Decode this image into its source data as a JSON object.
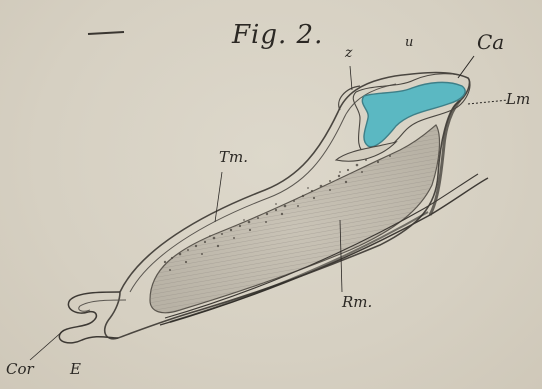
{
  "figure": {
    "title": "Fig. 2.",
    "labels": {
      "z": "z",
      "u": "u",
      "ca": "Ca",
      "lm": "Lm",
      "tm": "Tm.",
      "rm": "Rm.",
      "cor": "Cor",
      "e": "E"
    }
  },
  "colors": {
    "background": "#d6d0c2",
    "cavity_fill": "#5bb8c2",
    "ink": "#2a2724"
  }
}
